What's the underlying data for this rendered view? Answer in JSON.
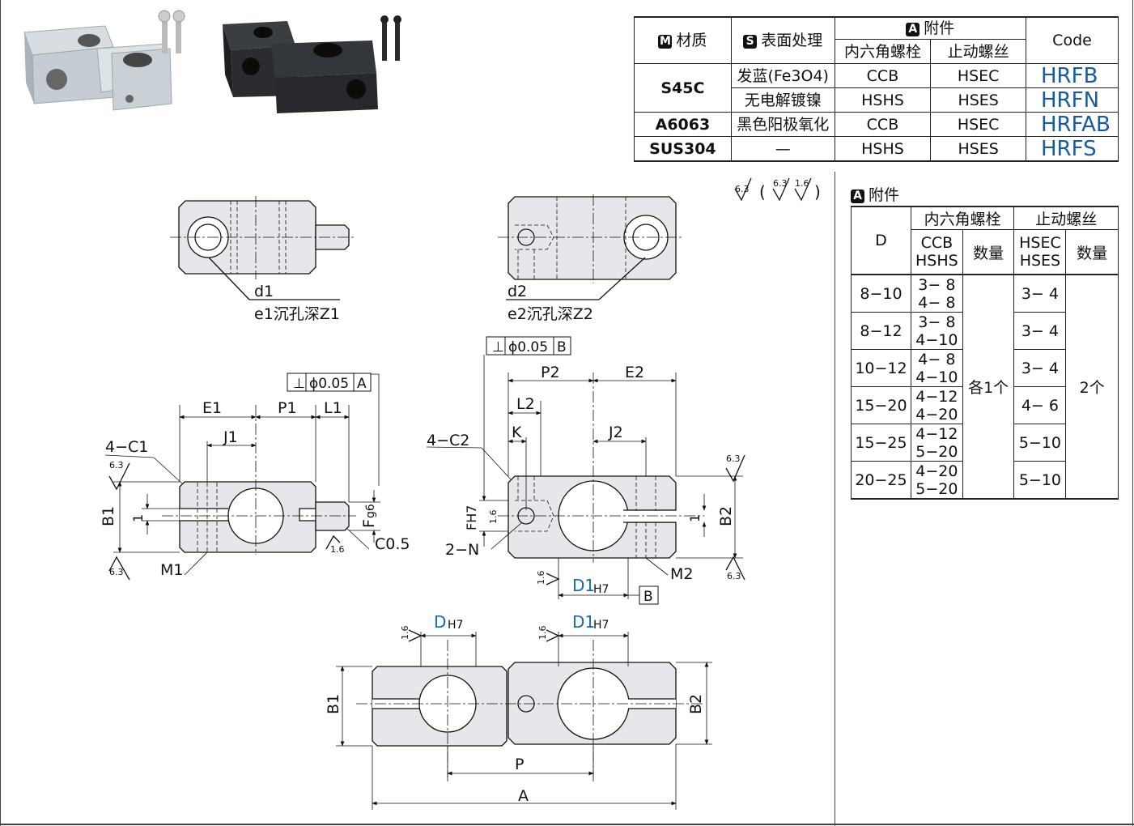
{
  "spec_table": {
    "headers": {
      "material": "材质",
      "material_badge": "M",
      "surface": "表面处理",
      "surface_badge": "S",
      "accessory": "附件",
      "accessory_badge": "A",
      "hex_bolt": "内六角螺栓",
      "set_screw": "止动螺丝",
      "code": "Code"
    },
    "rows": [
      {
        "material": "S45C",
        "surface": "发蓝(Fe3O4)",
        "bolt": "CCB",
        "screw": "HSEC",
        "code": "HRFB"
      },
      {
        "material": "",
        "surface": "无电解镀镍",
        "bolt": "HSHS",
        "screw": "HSES",
        "code": "HRFN"
      },
      {
        "material": "A6063",
        "surface": "黑色阳极氧化",
        "bolt": "CCB",
        "screw": "HSEC",
        "code": "HRFAB"
      },
      {
        "material": "SUS304",
        "surface": "—",
        "bolt": "HSHS",
        "screw": "HSES",
        "code": "HRFS"
      }
    ]
  },
  "accessory_table": {
    "title": "附件",
    "badge": "A",
    "col_d": "D",
    "hex_bolt": "内六角螺栓",
    "set_screw": "止动螺丝",
    "bolt_sub": [
      "CCB",
      "HSHS"
    ],
    "qty": "数量",
    "screw_sub": [
      "HSEC",
      "HSES"
    ],
    "qty_bolt": "各1个",
    "qty_screw": "2个",
    "rows": [
      {
        "d": "8−10",
        "bolt": [
          "3− 8",
          "4− 8"
        ],
        "screw": "3− 4"
      },
      {
        "d": "8−12",
        "bolt": [
          "3− 8",
          "4−10"
        ],
        "screw": "3− 4"
      },
      {
        "d": "10−12",
        "bolt": [
          "4− 8",
          "4−10"
        ],
        "screw": "3− 4"
      },
      {
        "d": "15−20",
        "bolt": [
          "4−12",
          "4−20"
        ],
        "screw": "4− 6"
      },
      {
        "d": "15−25",
        "bolt": [
          "4−12",
          "5−20"
        ],
        "screw": "5−10"
      },
      {
        "d": "20−25",
        "bolt": [
          "4−20",
          "5−20"
        ],
        "screw": "5−10"
      }
    ]
  },
  "drawing_labels": {
    "d1": "d1",
    "e1_text": "e1沉孔深Z1",
    "d2": "d2",
    "e2_text": "e2沉孔深Z2",
    "E1": "E1",
    "P1": "P1",
    "L1": "L1",
    "J1": "J1",
    "C1": "4−C1",
    "B1": "B1",
    "M1": "M1",
    "F": "F",
    "g6": "g6",
    "C05": "C0.5",
    "one": "1",
    "P2": "P2",
    "E2": "E2",
    "L2": "L2",
    "K": "K",
    "J2": "J2",
    "C2": "4−C2",
    "FH7": "FH7",
    "N": "2−N",
    "B2": "B2",
    "M2": "M2",
    "D1H7": "D1",
    "H7": "H7",
    "D": "D",
    "datumA": "A",
    "datumB": "B",
    "tol": "ϕ0.05",
    "perp": "⊥",
    "P": "P",
    "A": "A",
    "rough63": "6.3",
    "rough16": "1.6"
  }
}
